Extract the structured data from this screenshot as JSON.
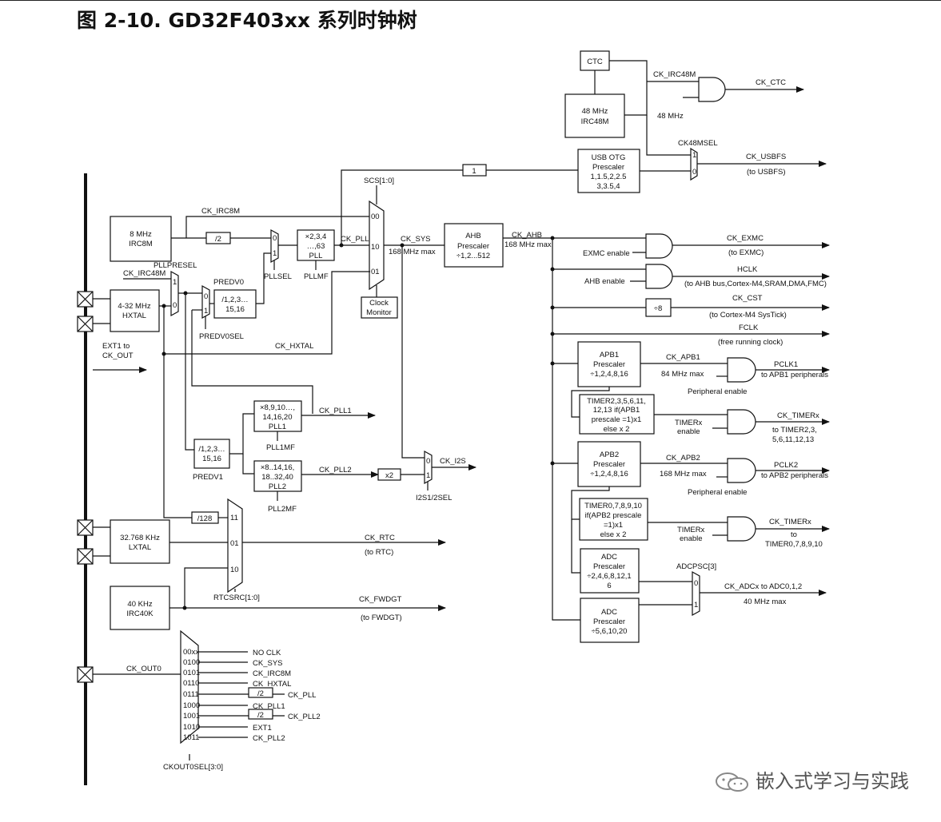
{
  "title": "图 2-10. GD32F403xx 系列时钟树",
  "watermark": "嵌入式学习与实践",
  "blocks": {
    "ctc": "CTC",
    "irc48m_1": "48 MHz",
    "irc48m_2": "IRC48M",
    "usbotg_1": "USB OTG",
    "usbotg_2": "Prescaler",
    "usbotg_3": "1,1.5,2,2.5",
    "usbotg_4": "3,3.5,4",
    "irc8m_1": "8 MHz",
    "irc8m_2": "IRC8M",
    "hxtal_1": "4-32 MHz",
    "hxtal_2": "HXTAL",
    "div2": "/2",
    "one": "1",
    "pll_1": "×2,3,4",
    "pll_2": "…,63",
    "pll_3": "PLL",
    "clockmon_1": "Clock",
    "clockmon_2": "Monitor",
    "predv0_1": "/1,2,3…",
    "predv0_2": "15,16",
    "ahb_1": "AHB",
    "ahb_2": "Prescaler",
    "ahb_3": "÷1,2...512",
    "div8": "÷8",
    "apb1_1": "APB1",
    "apb1_2": "Prescaler",
    "apb1_3": "÷1,2,4,8,16",
    "t1_1": "TIMER2,3,5,6,11,",
    "t1_2": "12,13 if(APB1",
    "t1_3": "prescale =1)x1",
    "t1_4": "else x 2",
    "apb2_1": "APB2",
    "apb2_2": "Prescaler",
    "apb2_3": "÷1,2,4,8,16",
    "t2_1": "TIMER0,7,8,9,10",
    "t2_2": "if(APB2 prescale",
    "t2_3": "=1)x1",
    "t2_4": "else x 2",
    "adc1_1": "ADC",
    "adc1_2": "Prescaler",
    "adc1_3": "÷2,4,6,8,12,1",
    "adc1_4": "6",
    "adc2_1": "ADC",
    "adc2_2": "Prescaler",
    "adc2_3": "÷5,6,10,20",
    "pll1_1": "×8,9,10…,",
    "pll1_2": "14,16,20",
    "pll1_3": "PLL1",
    "predv1_1": "/1,2,3…",
    "predv1_2": "15,16",
    "pll2_1": "×8..14,16,",
    "pll2_2": "18..32,40",
    "pll2_3": "PLL2",
    "x2": "x2",
    "div128": "/128",
    "lxtal_1": "32.768 KHz",
    "lxtal_2": "LXTAL",
    "irc40k_1": "40 KHz",
    "irc40k_2": "IRC40K",
    "div2a": "/2",
    "div2b": "/2"
  },
  "labels": {
    "ck_irc48m_top": "CK_IRC48M",
    "ck_ctc": "CK_CTC",
    "mhz48": "48 MHz",
    "ck48msel": "CK48MSEL",
    "ck_usbfs": "CK_USBFS",
    "to_usbfs": "(to USBFS)",
    "scs": "SCS[1:0]",
    "ck_irc8m": "CK_IRC8M",
    "ck_pll": "CK_PLL",
    "ck_sys": "CK_SYS",
    "mhz168": "168 MHz max",
    "ck_ahb": "CK_AHB",
    "mhz168b": "168 MHz max",
    "pllpresel": "PLLPRESEL",
    "ck_irc48m_left": "CK_IRC48M",
    "predv0": "PREDV0",
    "pllsel": "PLLSEL",
    "pllmf": "PLLMF",
    "predv0sel": "PREDV0SEL",
    "ck_hxtal": "CK_HXTAL",
    "ext1": "EXT1 to",
    "ck_out": "CK_OUT",
    "ck_exmc": "CK_EXMC",
    "to_exmc": "(to EXMC)",
    "exmc_en": "EXMC enable",
    "hclk": "HCLK",
    "to_ahb": "(to AHB bus,Cortex-M4,SRAM,DMA,FMC)",
    "ahb_en": "AHB enable",
    "ck_cst": "CK_CST",
    "to_systick": "(to Cortex-M4 SysTick)",
    "fclk": "FCLK",
    "free_run": "(free running clock)",
    "ck_apb1": "CK_APB1",
    "mhz84": "84 MHz max",
    "pclk1": "PCLK1",
    "to_apb1": "to APB1 peripherals",
    "periph_en1": "Peripheral enable",
    "timerx_en1a": "TIMERx",
    "timerx_en1b": "enable",
    "ck_timerx1": "CK_TIMERx",
    "to_t1a": "to TIMER2,3,",
    "to_t1b": "5,6,11,12,13",
    "ck_apb2": "CK_APB2",
    "mhz168c": "168 MHz max",
    "pclk2": "PCLK2",
    "to_apb2": "to APB2 peripherals",
    "periph_en2": "Peripheral enable",
    "timerx_en2a": "TIMERx",
    "timerx_en2b": "enable",
    "ck_timerx2": "CK_TIMERx",
    "to_t2a": "to",
    "to_t2b": "TIMER0,7,8,9,10",
    "adcpsc": "ADCPSC[3]",
    "ck_adcx": "CK_ADCx to ADC0,1,2",
    "mhz40": "40 MHz max",
    "ck_pll1": "CK_PLL1",
    "pll1mf": "PLL1MF",
    "predv1": "PREDV1",
    "ck_pll2": "CK_PLL2",
    "pll2mf": "PLL2MF",
    "ck_i2s": "CK_I2S",
    "i2ssel": "I2S1/2SEL",
    "ck_rtc": "CK_RTC",
    "to_rtc": "(to RTC)",
    "rtcsrc": "RTCSRC[1:0]",
    "ck_fwdgt": "CK_FWDGT",
    "to_fwdgt": "(to FWDGT)",
    "ck_out0": "CK_OUT0",
    "ckout0sel": "CKOUT0SEL[3:0]"
  },
  "mux_inputs": {
    "ck48_1": "1",
    "ck48_0": "0",
    "scs_00": "00",
    "scs_10": "10",
    "scs_01": "01",
    "pllsel_0": "0",
    "pllsel_1": "1",
    "pllpre_1": "1",
    "pllpre_0": "0",
    "predv0_0": "0",
    "predv0_1": "1",
    "i2s_0": "0",
    "i2s_1": "1",
    "rtc_11": "11",
    "rtc_01": "01",
    "rtc_10": "10",
    "adc_0": "0",
    "adc_1": "1"
  },
  "ckout_codes": [
    "00xx",
    "0100",
    "0101",
    "0110",
    "0111",
    "1000",
    "1001",
    "1010",
    "1011"
  ],
  "ckout_sources": [
    "NO CLK",
    "CK_SYS",
    "CK_IRC8M",
    "CK_HXTAL",
    "CK_PLL",
    "CK_PLL1",
    "CK_PLL2",
    "EXT1",
    "CK_PLL2"
  ]
}
